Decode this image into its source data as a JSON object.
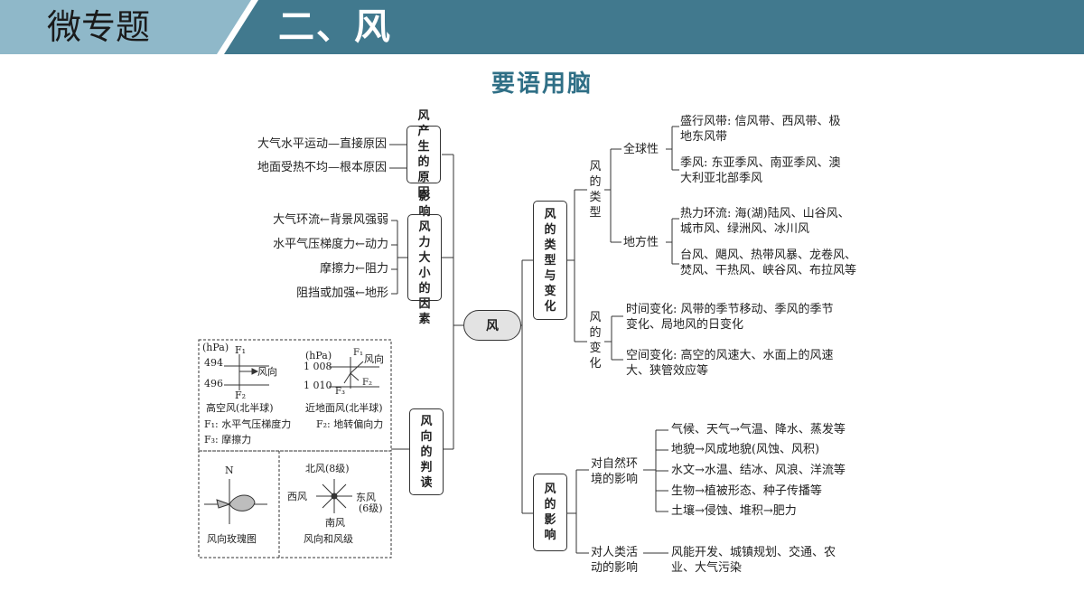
{
  "banner": {
    "left_title": "微专题",
    "right_title": "二、风",
    "colors": {
      "left_bg": "#8fb8c9",
      "right_bg": "#41798e"
    }
  },
  "page_title": "要语用脑",
  "center": "风",
  "left": {
    "cause": {
      "title": "风产生的原因",
      "items": [
        "大气水平运动—直接原因",
        "地面受热不均—根本原因"
      ]
    },
    "factors": {
      "title": "影响风力大小的因素",
      "items": [
        "大气环流←背景风强弱",
        "水平气压梯度力←动力",
        "摩擦力←阻力",
        "阻挡或加强←地形"
      ]
    },
    "judge": {
      "title": "风向的判读",
      "high_air": {
        "unit": "(hPa)",
        "p1": "494",
        "p2": "496",
        "f1": "F₁",
        "f2": "F₂",
        "wind": "风向",
        "caption": "高空风(北半球)"
      },
      "near_ground": {
        "unit": "(hPa)",
        "p1": "1 008",
        "p2": "1 010",
        "f1": "F₁",
        "f2": "F₂",
        "f3": "F₃",
        "wind": "风向",
        "caption": "近地面风(北半球)"
      },
      "legend": [
        "F₁: 水平气压梯度力",
        "F₂: 地转偏向力",
        "F₃: 摩擦力"
      ],
      "rose": {
        "north": "N",
        "caption": "风向玫瑰图"
      },
      "level": {
        "north": "北风(8级)",
        "west": "西风",
        "east": "东风",
        "east_level": "(6级)",
        "south": "南风",
        "caption": "风向和风级"
      }
    }
  },
  "right": {
    "types": {
      "title": "风的类型与变化",
      "type_label": "风的类型",
      "global": {
        "label": "全球性",
        "items": [
          [
            "盛行风带: 信风带、西风带、极",
            "地东风带"
          ],
          [
            "季风: 东亚季风、南亚季风、澳",
            "大利亚北部季风"
          ]
        ]
      },
      "local": {
        "label": "地方性",
        "items": [
          [
            "热力环流: 海(湖)陆风、山谷风、",
            "城市风、绿洲风、冰川风"
          ],
          [
            "台风、飓风、热带风暴、龙卷风、",
            "焚风、干热风、峡谷风、布拉风等"
          ]
        ]
      },
      "change_label": "风的变化",
      "changes": [
        [
          "时间变化: 风带的季节移动、季风的季节",
          "变化、局地风的日变化"
        ],
        [
          "空间变化: 高空的风速大、水面上的风速",
          "大、狭管效应等"
        ]
      ]
    },
    "impact": {
      "title": "风的影响",
      "natural_label": [
        "对自然环",
        "境的影响"
      ],
      "natural_items": [
        "气候、天气→气温、降水、蒸发等",
        "地貌→风成地貌(风蚀、风积)",
        "水文→水温、结冰、风浪、洋流等",
        "生物→植被形态、种子传播等",
        "土壤→侵蚀、堆积→肥力"
      ],
      "human_label": [
        "对人类活",
        "动的影响"
      ],
      "human_items": [
        "风能开发、城镇规划、交通、农",
        "业、大气污染"
      ]
    }
  }
}
